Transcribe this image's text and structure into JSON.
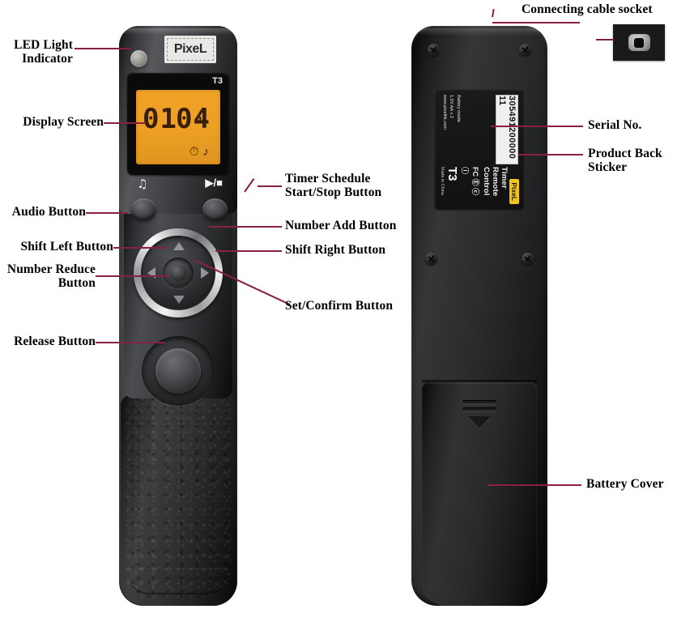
{
  "figure": {
    "title_top": "Connecting cable socket",
    "leader_color": "#8a1f45",
    "product_model": "T3",
    "brand": "PixeL"
  },
  "front_unit": {
    "brand_text": "PixeL",
    "model_badge": "T3",
    "lcd": {
      "left_value": "01",
      "right_value": "04",
      "right_unit": "\"",
      "timer_icon": "timer-icon",
      "audio_icon": "music-note-icon"
    },
    "glyphs": {
      "audio": "♫",
      "timer_start_stop": "▶/■"
    }
  },
  "back_unit": {
    "sticker": {
      "serial": "305491200000 11",
      "logo": "PixeL",
      "title": "Timer Remote Control",
      "battery_line1": "Battery inside",
      "battery_line2": "1.5V AA x 2",
      "website": "www.pixelhk.com",
      "certs": "FC Ⓔ ⓒ ⓘ",
      "model": "T3",
      "made_in": "Made in China"
    }
  },
  "labels_left": [
    {
      "id": "led-light-indicator",
      "text": "LED Light\nIndicator"
    },
    {
      "id": "display-screen",
      "text": "Display Screen"
    },
    {
      "id": "audio-button",
      "text": "Audio Button"
    },
    {
      "id": "shift-left-button",
      "text": "Shift Left Button"
    },
    {
      "id": "number-reduce-button",
      "text": "Number Reduce\nButton"
    },
    {
      "id": "release-button",
      "text": "Release Button"
    }
  ],
  "labels_right": [
    {
      "id": "timer-schedule-start-stop-button",
      "text": "Timer Schedule\nStart/Stop Button"
    },
    {
      "id": "number-add-button",
      "text": "Number Add Button"
    },
    {
      "id": "shift-right-button",
      "text": "Shift Right Button"
    },
    {
      "id": "set-confirm-button",
      "text": "Set/Confirm Button"
    },
    {
      "id": "connecting-cable-socket",
      "text": "Connecting cable socket"
    },
    {
      "id": "serial-no",
      "text": "Serial No."
    },
    {
      "id": "product-back-sticker",
      "text": "Product Back\nSticker"
    },
    {
      "id": "battery-cover",
      "text": "Battery Cover"
    }
  ]
}
